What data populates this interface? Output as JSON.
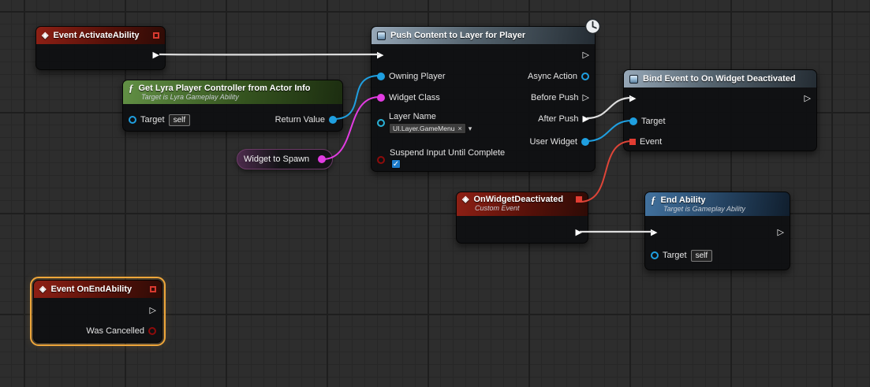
{
  "icons": {
    "event": "◈",
    "function": "ƒ",
    "exec_filled": "▶",
    "exec_hollow": "▷",
    "close": "×",
    "dropdown": "▾",
    "check": "✓"
  },
  "colors": {
    "exec_wire": "#dedede",
    "object_pin": "#1f9fe0",
    "class_pin": "#e23ce2",
    "delegate_pin": "#dd4538",
    "boolean_pin": "#8e0b0b",
    "tag_pin": "#29b2d8",
    "selection": "#eea63a",
    "event_header": "#8e2015",
    "pure_function_header": "#629045",
    "async_header": "#97a8b8",
    "function_header": "#42729f"
  },
  "nodes": {
    "event_activate_ability": {
      "title": "Event ActivateAbility"
    },
    "get_lyra_pc": {
      "title": "Get Lyra Player Controller from Actor Info",
      "subtitle": "Target is Lyra Gameplay Ability",
      "pins": {
        "target": "Target",
        "target_value": "self",
        "return_value": "Return Value"
      }
    },
    "widget_to_spawn": {
      "title": "Widget to Spawn"
    },
    "push_content": {
      "title": "Push Content to Layer for Player",
      "pins": {
        "owning_player": "Owning Player",
        "widget_class": "Widget Class",
        "layer_name": "Layer Name",
        "layer_value": "UI.Layer.GameMenu",
        "suspend_input": "Suspend Input Until Complete",
        "async_action": "Async Action",
        "before_push": "Before Push",
        "after_push": "After Push",
        "user_widget": "User Widget"
      }
    },
    "bind_event": {
      "title": "Bind Event to On Widget Deactivated",
      "pins": {
        "target": "Target",
        "event": "Event"
      }
    },
    "on_widget_deactivated": {
      "title": "OnWidgetDeactivated",
      "subtitle": "Custom Event"
    },
    "end_ability": {
      "title": "End Ability",
      "subtitle": "Target is Gameplay Ability",
      "pins": {
        "target": "Target",
        "target_value": "self"
      }
    },
    "event_on_end_ability": {
      "title": "Event OnEndAbility",
      "pins": {
        "was_cancelled": "Was Cancelled"
      }
    }
  }
}
